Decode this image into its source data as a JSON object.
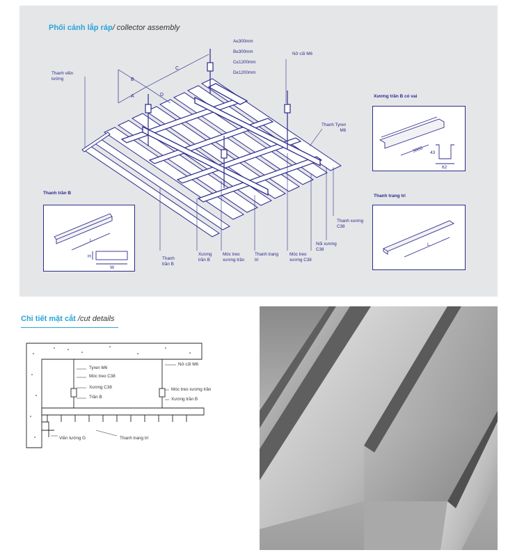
{
  "assembly": {
    "title_vn": "Phối cảnh lắp ráp",
    "title_en": "/ collector assembly",
    "dims": [
      "A≤300mm",
      "B≤300mm",
      "C≤1200mm",
      "D≤1200mm"
    ],
    "dim_letters": {
      "a": "A",
      "b": "B",
      "c": "C",
      "d": "D"
    },
    "labels": {
      "wall_trim": "Thanh viền\ntường",
      "nut_m6": "Nở cối M6",
      "rod_m6": "Thanh Tyren\nM6",
      "main_c38": "Thanh xương\nC38",
      "c38_joint": "Nối xương\nC38",
      "hanger_c38": "Móc treo\nxương C38",
      "deco_bar": "Thanh trang\ntrí",
      "hanger_b": "Móc treo\nxương trần",
      "carrier_b": "Xương\ntrần B",
      "panel_b": "Thanh\ntrần B"
    },
    "inset_panel": {
      "title": "Thanh trần B",
      "l": "L",
      "h": "H",
      "w": "W"
    },
    "inset_carrier": {
      "title": "Xương trần B có vai",
      "len": "3000",
      "h": "43",
      "w": "62"
    },
    "inset_deco": {
      "title": "Thanh trang trí",
      "l": "L"
    }
  },
  "cut": {
    "title_vn": "Chi tiết mặt cắt",
    "title_en": "/cut details",
    "labels": {
      "rod": "Tyren M6",
      "hanger_c38": "Móc treo C38",
      "c38": "Xương C38",
      "panel": "Trần B",
      "nut": "Nở cối M6",
      "hanger_b": "Móc treo xương trần",
      "carrier_b": "Xương trần B",
      "wall_trim": "Viền tường G",
      "deco": "Thanh trang trí"
    }
  },
  "colors": {
    "accent": "#2aa3d8",
    "line": "#2c2a8c",
    "panel_bg": "#e5e6e8"
  }
}
